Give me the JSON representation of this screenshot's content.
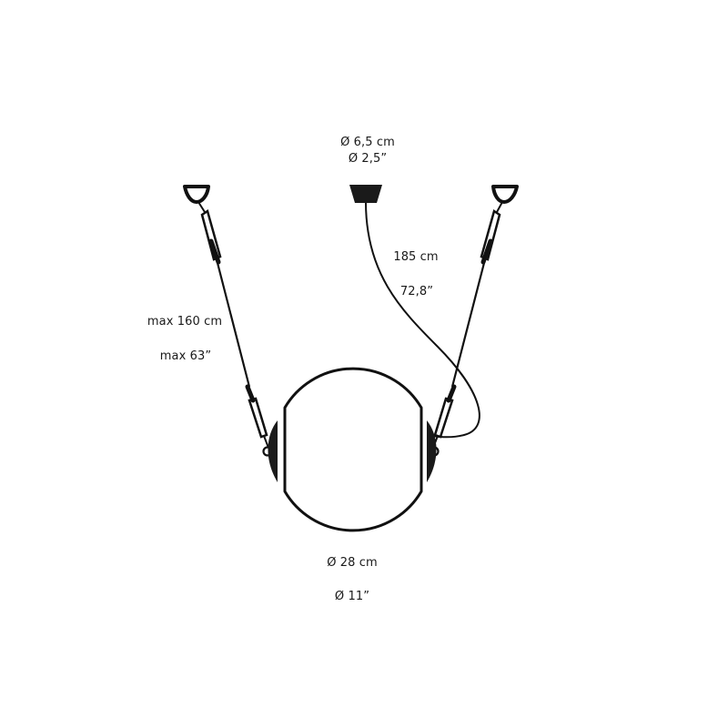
{
  "diagram": {
    "type": "pendant-lamp-dimension-drawing",
    "colors": {
      "line": "#111111",
      "background": "#ffffff",
      "text": "#1a1a1a"
    },
    "labels": {
      "canopy_diameter_cm": "Ø 6,5 cm",
      "canopy_diameter_in": "Ø 2,5”",
      "cable_length_cm": "185 cm",
      "cable_length_in": "72,8”",
      "suspension_length_cm": "max 160 cm",
      "suspension_length_in": "max 63”",
      "sphere_diameter_cm": "Ø 28 cm",
      "sphere_diameter_in": "Ø 11”"
    },
    "parts": [
      "ceiling-canopy",
      "power-cable",
      "left-suspension-wire",
      "right-suspension-wire",
      "left-ceiling-hook",
      "right-ceiling-hook",
      "glass-sphere",
      "left-side-cap",
      "right-side-cap"
    ]
  }
}
